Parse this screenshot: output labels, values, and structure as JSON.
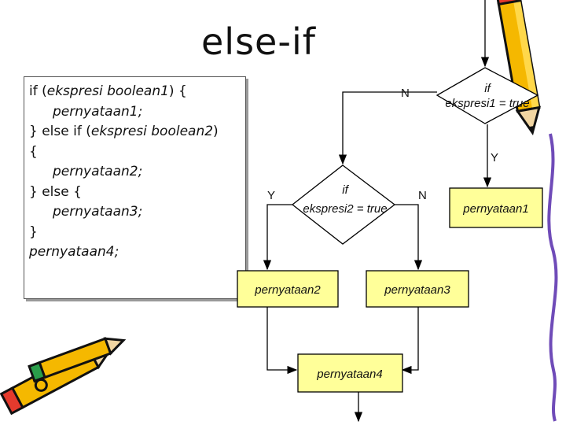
{
  "title": "else-if",
  "code": {
    "line1_kw": "if (",
    "line1_expr": "ekspresi boolean1",
    "line1_end": ") {",
    "line2": "pernyataan1;",
    "line3_kw": "} else if (",
    "line3_expr": "ekspresi boolean2",
    "line3_end": ")",
    "line4": "{",
    "line5": "pernyataan2;",
    "line6": "} else {",
    "line7": "pernyataan3;",
    "line8": "}",
    "line9": "pernyataan4;"
  },
  "flowchart": {
    "decision1": {
      "line1": "if",
      "line2": "ekspresi1 = true"
    },
    "decision2": {
      "line1": "if",
      "line2": "ekspresi2 = true"
    },
    "process1": "pernyataan1",
    "process2": "pernyataan2",
    "process3": "pernyataan3",
    "process4": "pernyataan4",
    "label_d1_no": "N",
    "label_d1_yes": "Y",
    "label_d2_yes": "Y",
    "label_d2_no": "N"
  },
  "colors": {
    "process_fill": "#ffff99",
    "line": "#000000",
    "background": "#ffffff"
  }
}
